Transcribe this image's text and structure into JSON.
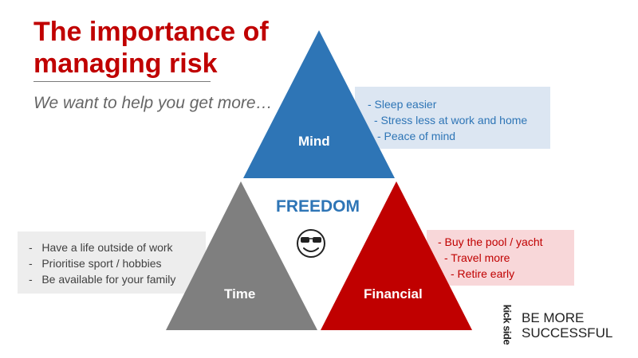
{
  "title": {
    "line1": "The importance of",
    "line2": "managing risk"
  },
  "subtitle": "We want to help you get more…",
  "center": {
    "label": "FREEDOM",
    "icon": "sunglasses-smiley-icon"
  },
  "triangles": {
    "mind": {
      "label": "Mind",
      "color": "#2e75b6"
    },
    "time": {
      "label": "Time",
      "color": "#7f7f7f"
    },
    "financial": {
      "label": "Financial",
      "color": "#c00000"
    }
  },
  "boxes": {
    "mind": {
      "background": "#dce6f2",
      "items": [
        "- Sleep easier",
        "- Stress less at work and home",
        "- Peace of mind"
      ]
    },
    "time": {
      "background": "#ededed",
      "items": [
        "-   Have a life outside of work",
        "-   Prioritise sport / hobbies",
        "-   Be available for your family"
      ]
    },
    "financial": {
      "background": "#f8d7d9",
      "items": [
        "- Buy the pool / yacht",
        "- Travel more",
        "- Retire early"
      ]
    }
  },
  "brand": {
    "mark": "kick side",
    "line1": "BE MORE",
    "line2": "SUCCESSFUL"
  },
  "colors": {
    "title": "#c00000",
    "accent_blue": "#2e75b6",
    "text_gray": "#666666"
  }
}
